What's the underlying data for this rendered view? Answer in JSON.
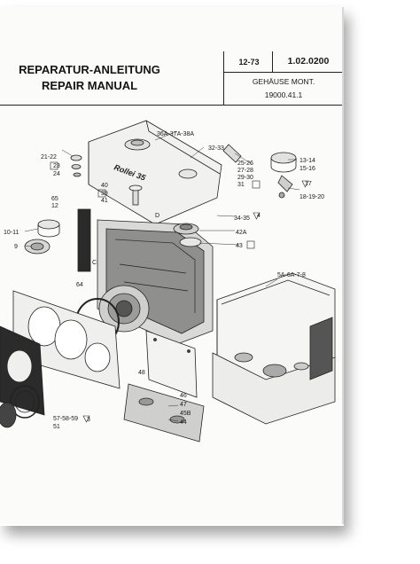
{
  "header": {
    "title_de": "REPARATUR-ANLEITUNG",
    "title_en": "REPAIR MANUAL",
    "date": "12-73",
    "code": "1.02.0200",
    "section": "GEHÄUSE MONT.",
    "part_number": "19000.41.1"
  },
  "diagram": {
    "camera_brand": "Rollei 35",
    "callouts": {
      "c36": "36A-37A-38A",
      "c32": "32-33",
      "c2122": "21-22",
      "c23": "23",
      "c24": "24",
      "c2526": "25-26",
      "c2728": "27-28",
      "c2930": "29-30",
      "c31": "31",
      "c1314": "13-14",
      "c1516": "15-16",
      "c17": "17",
      "c1820": "18-19-20",
      "c40": "40",
      "c39": "39",
      "c41": "41",
      "c65": "65",
      "c12": "12",
      "c1011": "10-11",
      "c9": "9",
      "c3435": "34-35",
      "c42a": "42A",
      "c43": "43",
      "c64": "64",
      "c5a": "5A-6A-7-8",
      "c48": "48",
      "c46": "46",
      "c47": "47",
      "c45b": "45B",
      "c44": "44",
      "c5759": "57-58-59",
      "c51": "51",
      "c3": "3",
      "c4": "4",
      "cC": "C",
      "cD": "D"
    }
  }
}
